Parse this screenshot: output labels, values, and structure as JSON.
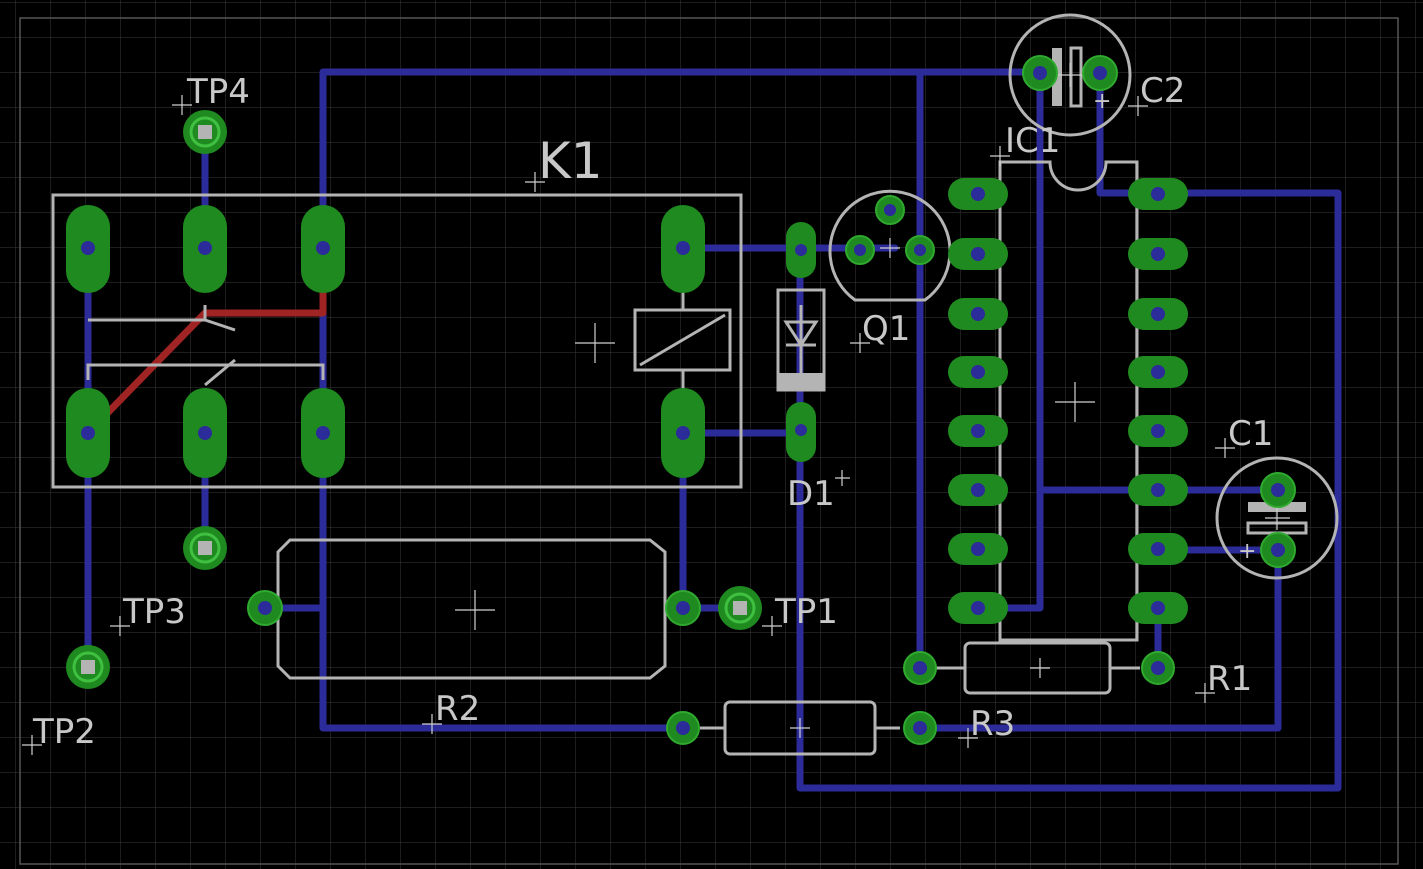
{
  "components": {
    "K1": "K1",
    "C2": "C2",
    "IC1": "IC1",
    "Q1": "Q1",
    "D1": "D1",
    "C1": "C1",
    "R1": "R1",
    "R2": "R2",
    "R3": "R3",
    "TP1": "TP1",
    "TP2": "TP2",
    "TP3": "TP3",
    "TP4": "TP4"
  },
  "polarity": {
    "c1_plus": "+",
    "c2_plus": "+"
  },
  "colors": {
    "background": "#000000",
    "grid": "#3a3a3a",
    "bottom_trace": "#2b2b9a",
    "top_trace": "#a02424",
    "pad": "#1f8a1f",
    "silkscreen": "#b4b4b4"
  }
}
